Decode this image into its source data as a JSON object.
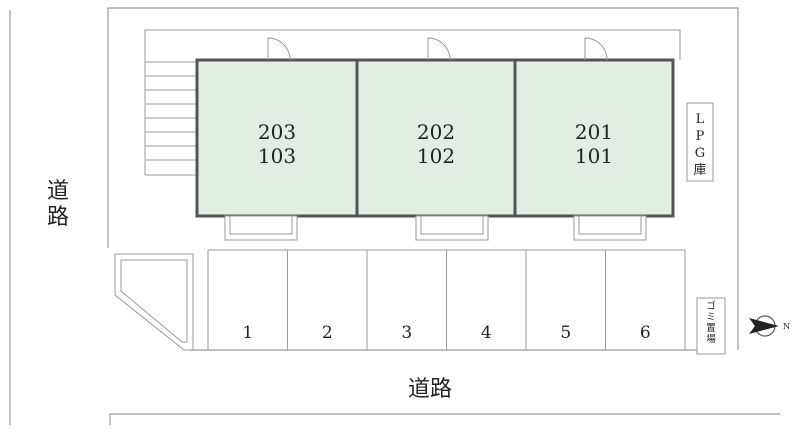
{
  "roads": {
    "left": "道路",
    "bottom": "道路"
  },
  "units": [
    {
      "upper": "203",
      "lower": "103"
    },
    {
      "upper": "202",
      "lower": "102"
    },
    {
      "upper": "201",
      "lower": "101"
    }
  ],
  "parking": [
    "1",
    "2",
    "3",
    "4",
    "5",
    "6"
  ],
  "facilities": {
    "lpg": "LPG庫",
    "garbage": "ゴミ置場"
  },
  "compass": {
    "label": "N",
    "icon": "north-arrow-icon"
  },
  "colors": {
    "unit_fill": "#e2ede4",
    "unit_border": "#555555",
    "line": "#9a9a9a"
  }
}
